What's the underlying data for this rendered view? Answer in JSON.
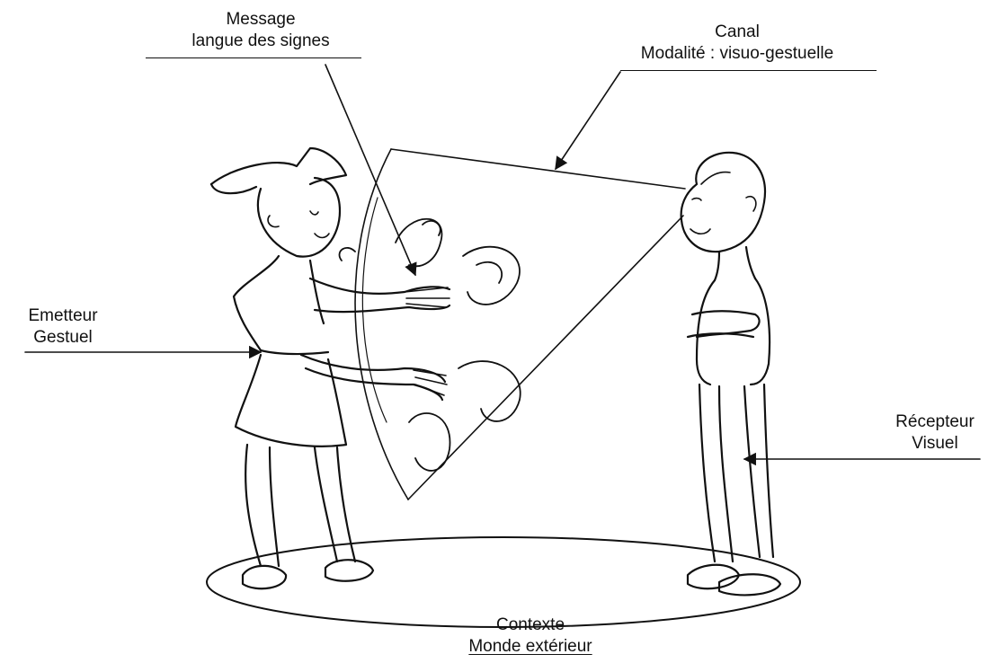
{
  "labels": {
    "message": {
      "line1": "Message",
      "line2": "langue des signes"
    },
    "canal": {
      "line1": "Canal",
      "line2": "Modalité : visuo-gestuelle"
    },
    "emetteur": {
      "line1": "Emetteur",
      "line2": "Gestuel"
    },
    "recepteur": {
      "line1": "Récepteur",
      "line2": "Visuel"
    },
    "contexte": {
      "line1": "Contexte",
      "line2": "Monde extérieur"
    }
  }
}
